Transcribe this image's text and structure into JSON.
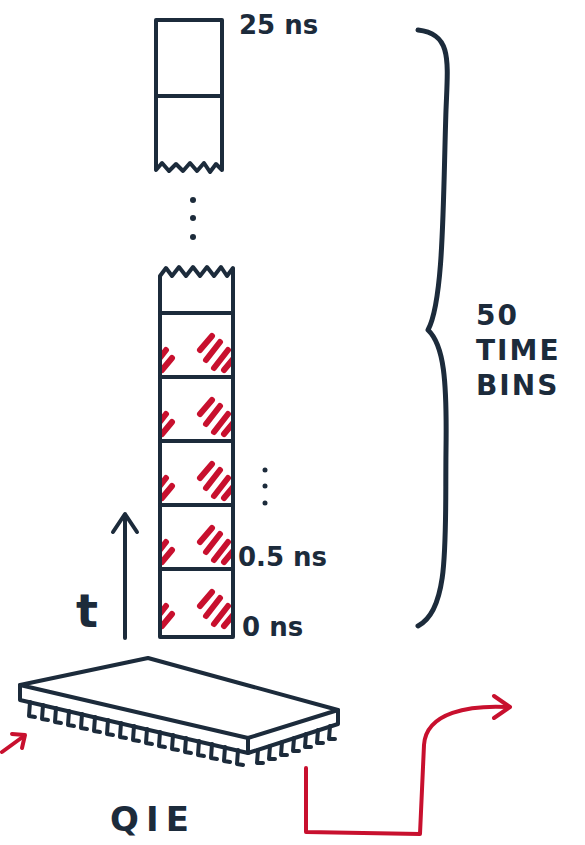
{
  "diagram": {
    "nodes": [
      {
        "text": [
          "QIE"
        ]
      }
    ],
    "labels": [
      "25 ns",
      "50 TIME BINS",
      "0.5 ns",
      "0 ns",
      "t"
    ]
  }
}
